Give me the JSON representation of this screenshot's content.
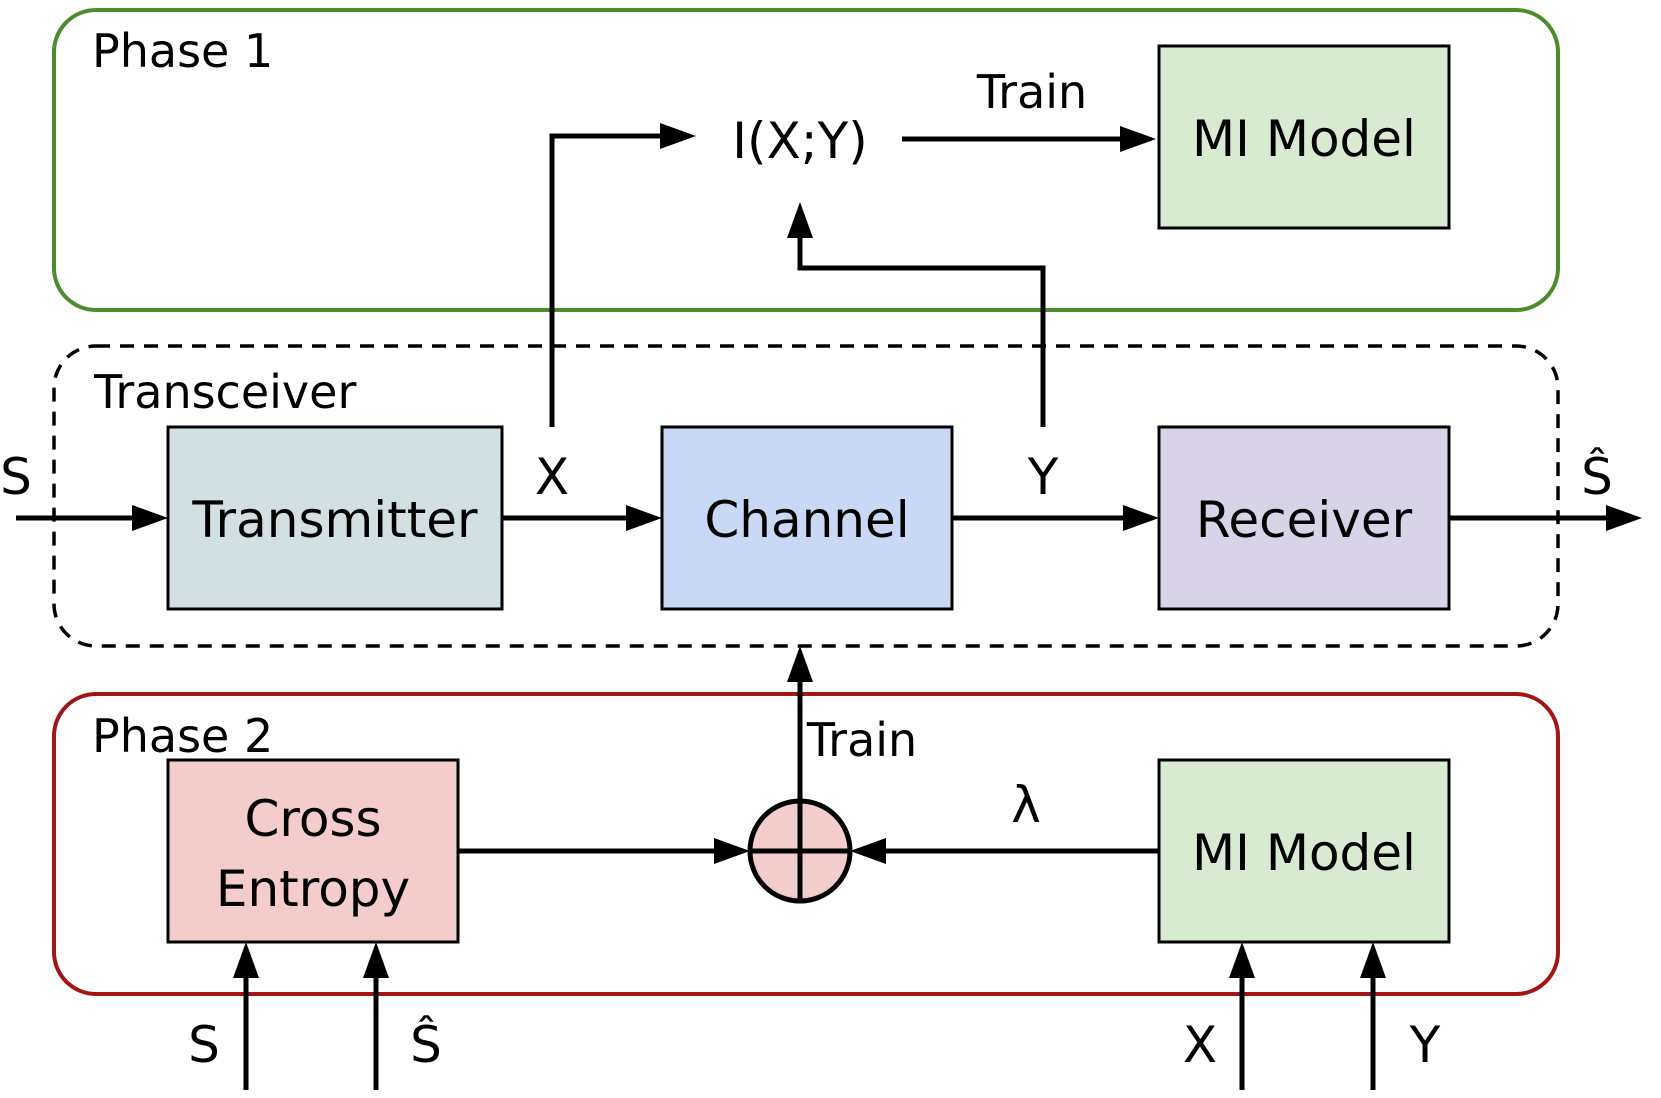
{
  "phase1": {
    "title": "Phase 1",
    "mi_label": "I(X;Y)",
    "train_label": "Train",
    "mi_model": "MI Model",
    "border_color": "#4e8a2e"
  },
  "transceiver": {
    "title": "Transceiver",
    "input": "S",
    "output": "Ŝ",
    "transmitter": "Transmitter",
    "channel": "Channel",
    "receiver": "Receiver",
    "x": "X",
    "y": "Y",
    "colors": {
      "transmitter": "#d2e0e3",
      "channel": "#c9d9f5",
      "receiver": "#d9d3e8"
    }
  },
  "phase2": {
    "title": "Phase 2",
    "cross_entropy_1": "Cross",
    "cross_entropy_2": "Entropy",
    "mi_model": "MI Model",
    "train_label": "Train",
    "lambda": "λ",
    "in_s": "S",
    "in_shat": "Ŝ",
    "in_x": "X",
    "in_y": "Y",
    "border_color": "#a31515",
    "colors": {
      "cross_entropy": "#f4cccc",
      "mi_model": "#d9ead3",
      "sum": "#f4cccc"
    }
  }
}
